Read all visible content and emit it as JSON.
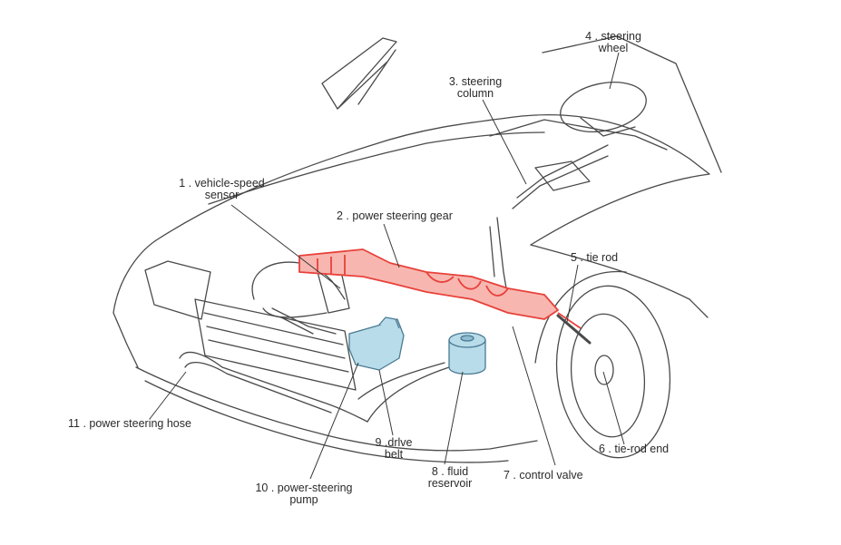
{
  "diagram": {
    "colors": {
      "outline": "#4a4a4a",
      "gear_red": "#e8413b",
      "gear_fill": "#f7b7b0",
      "pump_blue": "#b8dcea",
      "pump_stroke": "#4a7a92",
      "leader": "#3a3a3a"
    },
    "labels": {
      "vehicle_speed_sensor": {
        "line1": "1 . vehicle-speed",
        "line2": "sensor"
      },
      "power_steering_gear": {
        "line1": "2 . power steering gear"
      },
      "steering_column": {
        "line1": "3. steering",
        "line2": "column"
      },
      "steering_wheel": {
        "line1": "4 . steering",
        "line2": "wheel"
      },
      "tie_rod": {
        "line1": "5 . tie rod"
      },
      "tie_rod_end": {
        "line1": "6 . tie-rod end"
      },
      "control_valve": {
        "line1": "7 . control valve"
      },
      "fluid_reservoir": {
        "line1": "8 . fluid",
        "line2": "reservoir"
      },
      "drive_belt": {
        "line1": "9 .drlve",
        "line2": "belt"
      },
      "power_steering_pump": {
        "line1": "10 . power-steering",
        "line2": "pump"
      },
      "power_steering_hose": {
        "line1": "11 . power steering hose"
      }
    }
  }
}
